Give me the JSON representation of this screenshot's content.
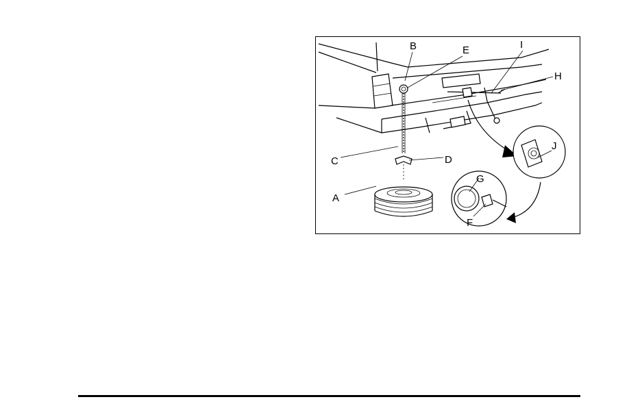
{
  "figure": {
    "callouts": {
      "A": "A",
      "B": "B",
      "C": "C",
      "D": "D",
      "E": "E",
      "F": "F",
      "G": "G",
      "H": "H",
      "I": "I",
      "J": "J"
    }
  }
}
